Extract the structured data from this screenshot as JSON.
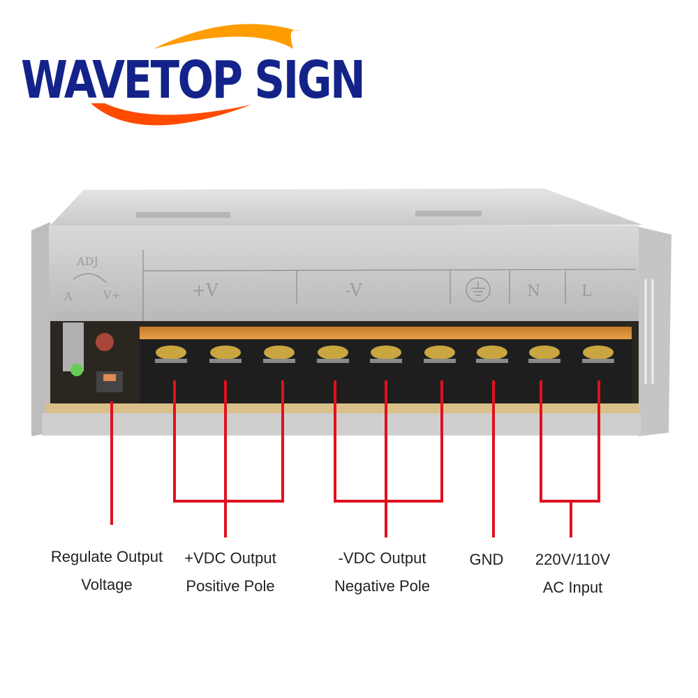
{
  "logo": {
    "text": "WAVETOP SIGN",
    "text_color": "#14238a",
    "swoosh_top_color": "#ff9c00",
    "swoosh_bottom_color": "#ff4a00"
  },
  "device": {
    "engraving": {
      "adj_label": "ADJ",
      "adj_left": "A",
      "adj_right": "V+",
      "positive": "+V",
      "negative": "-V",
      "ground_symbol": "ground-icon",
      "neutral": "N",
      "live": "L"
    },
    "terminal_count": 9
  },
  "annotations": {
    "line_color": "#e0101e",
    "items": [
      {
        "line1": "Regulate Output",
        "line2": "Voltage"
      },
      {
        "line1": "+VDC Output",
        "line2": "Positive Pole"
      },
      {
        "line1": "-VDC Output",
        "line2": "Negative Pole"
      },
      {
        "line1": "GND",
        "line2": ""
      },
      {
        "line1": "220V/110V",
        "line2": "AC Input"
      }
    ]
  }
}
